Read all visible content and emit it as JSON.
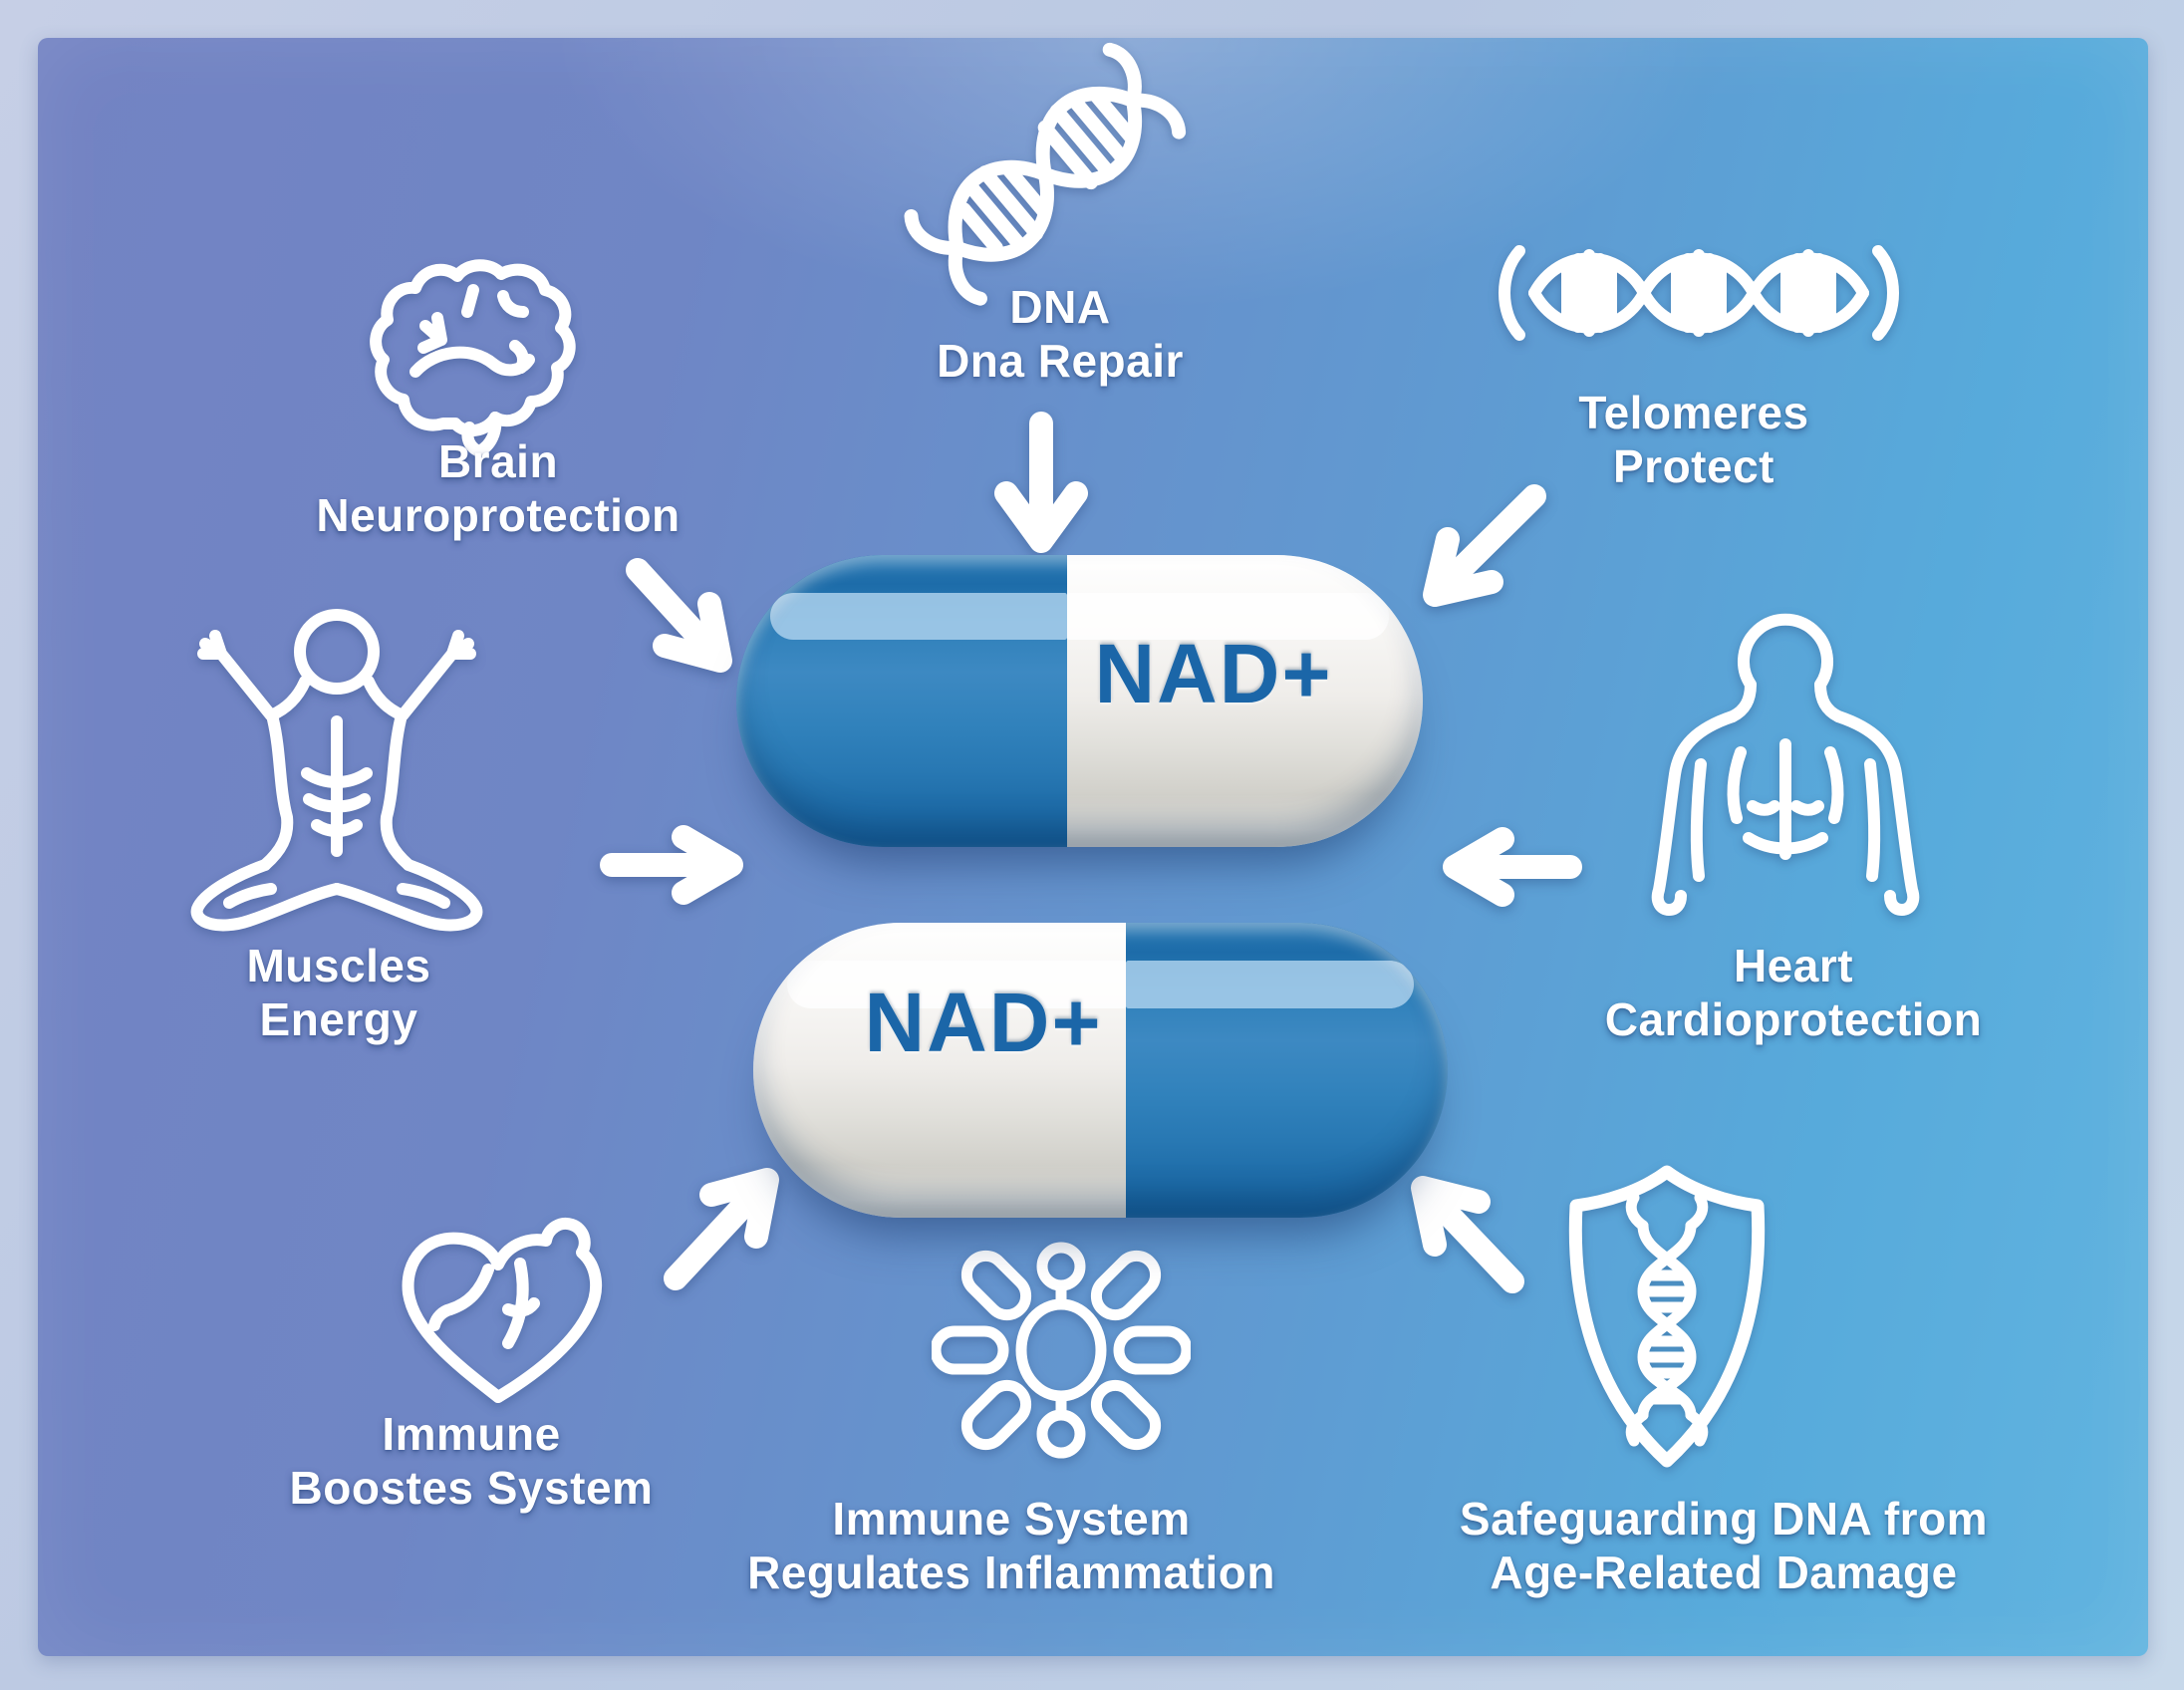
{
  "colors": {
    "frame": "#c0cbe3",
    "panel_gradient_left": "#7383c3",
    "panel_gradient_right": "#61b4e0",
    "capsule_blue": "#2e7cb7",
    "capsule_white": "#f3f2ef",
    "nad_text_color": "#1b66a8",
    "label_text_color": "#ffffff",
    "line_icon_color": "#ffffff"
  },
  "capsules": [
    {
      "label": "NAD+",
      "blue_half": "left"
    },
    {
      "label": "NAD+",
      "blue_half": "right"
    }
  ],
  "benefits": [
    {
      "id": "brain",
      "icon": "brain-icon",
      "lines": [
        "Brain",
        "Neuroprotection"
      ]
    },
    {
      "id": "dna-repair",
      "icon": "dna-helix-icon",
      "lines": [
        "DNA",
        "Dna Repair"
      ]
    },
    {
      "id": "telomeres",
      "icon": "telomere-strand-icon",
      "lines": [
        "Telomeres",
        "Protect"
      ]
    },
    {
      "id": "muscles",
      "icon": "meditating-body-icon",
      "lines": [
        "Muscles",
        "Energy"
      ]
    },
    {
      "id": "heart-cardio",
      "icon": "upper-torso-icon",
      "lines": [
        "Heart",
        "Cardioprotection"
      ]
    },
    {
      "id": "immune-boost",
      "icon": "heart-organ-icon",
      "lines": [
        "Immune",
        "Boostes System"
      ]
    },
    {
      "id": "immune-inflammation",
      "icon": "immune-cell-icon",
      "lines": [
        "Immune System",
        "Regulates Inflammation"
      ]
    },
    {
      "id": "dna-safeguard",
      "icon": "shield-dna-icon",
      "lines": [
        "Safeguarding DNA from",
        "Age-Related Damage"
      ]
    }
  ]
}
